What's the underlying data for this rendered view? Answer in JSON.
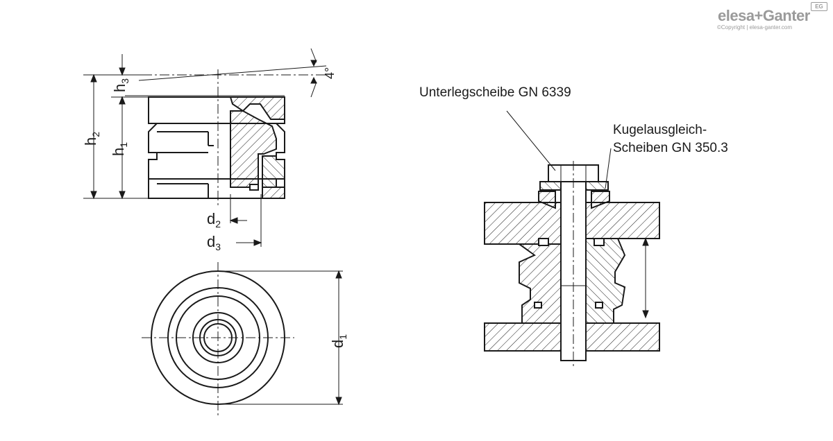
{
  "brand": {
    "logo_text": "elesa+Ganter",
    "logo_mark": "EG",
    "copyright": "©Copyright | elesa-ganter.com"
  },
  "labels": {
    "washer": "Unterlegscheibe GN 6339",
    "spherical_line1": "Kugelausgleich-",
    "spherical_line2": "Scheiben GN 350.3"
  },
  "dimensions": {
    "h1": {
      "base": "h",
      "sub": "1"
    },
    "h2": {
      "base": "h",
      "sub": "2"
    },
    "h3": {
      "base": "h",
      "sub": "3"
    },
    "d1": {
      "base": "d",
      "sub": "1"
    },
    "d2": {
      "base": "d",
      "sub": "2"
    },
    "d3": {
      "base": "d",
      "sub": "3"
    },
    "angle": "4°"
  },
  "colors": {
    "line": "#1a1a1a",
    "logo": "#9a9a9a"
  }
}
